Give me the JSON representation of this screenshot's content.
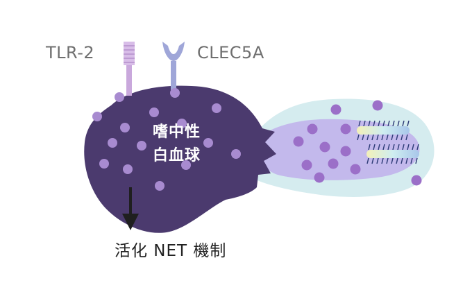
{
  "receptors": [
    {
      "name": "TLR-2",
      "icon": "rod-receptor-icon",
      "color": "#c9a8dc"
    },
    {
      "name": "CLEC5A",
      "icon": "y-receptor-icon",
      "color": "#9fa6d8"
    }
  ],
  "cell": {
    "label_line1": "嗜中性",
    "label_line2": "白血球",
    "color": "#4b3a6e",
    "granule_color": "#a88bd0"
  },
  "net": {
    "outer_color": "#d5ecef",
    "inner_color": "#c3b9ec",
    "particle_color": "#9b6fc8"
  },
  "bacteria": {
    "count": 2,
    "icon": "bacterium-icon"
  },
  "arrow": {
    "icon": "down-arrow-icon"
  },
  "result": {
    "label": "活化 NET 機制"
  }
}
